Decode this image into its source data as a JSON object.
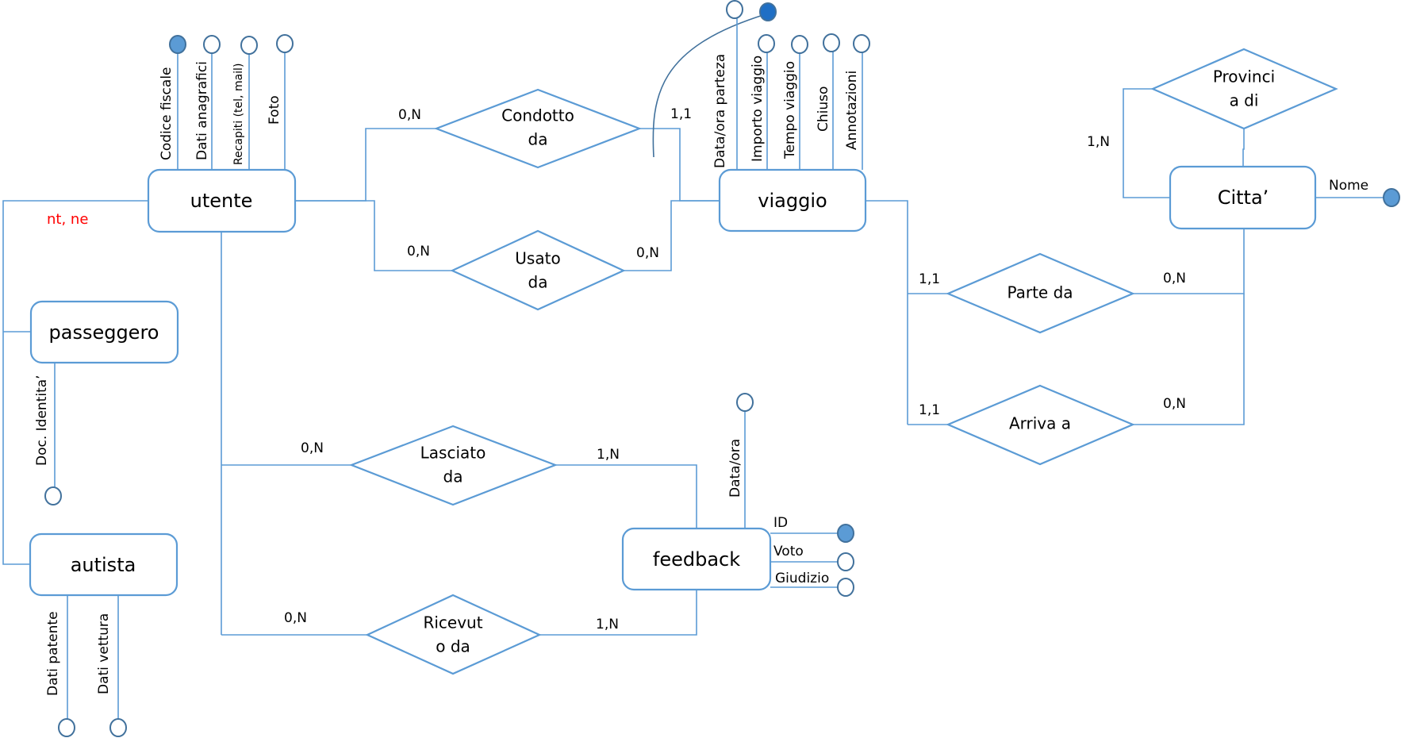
{
  "diagram": {
    "type": "Entity-Relationship diagram",
    "entities": {
      "utente": "utente",
      "viaggio": "viaggio",
      "citta": "Citta’",
      "passeggero": "passeggero",
      "autista": "autista",
      "feedback": "feedback"
    },
    "relationships": {
      "condotto_line1": "Condotto",
      "condotto_line2": "da",
      "usato_line1": "Usato",
      "usato_line2": "da",
      "parte": "Parte da",
      "arriva": "Arriva a",
      "provincia_line1": "Provinci",
      "provincia_line2": "a di",
      "lasciato_line1": "Lasciato",
      "lasciato_line2": "da",
      "ricevuto_line1": "Ricevut",
      "ricevuto_line2": "o da"
    },
    "attributes": {
      "utente": [
        "Codice fiscale",
        "Dati anagrafici",
        "Recapiti (tel, mail)",
        "Foto"
      ],
      "viaggio": [
        "Data/ora parteza",
        "Importo viaggio",
        "Tempo viaggio",
        "Chiuso",
        "Annotazioni"
      ],
      "citta": [
        "Nome"
      ],
      "passeggero": [
        "Doc. Identita’"
      ],
      "autista": [
        "Dati patente",
        "Dati vettura"
      ],
      "feedback": [
        "Data/ora",
        "ID",
        "Voto",
        "Giudizio"
      ]
    },
    "cardinalities": {
      "condotto_utente": "0,N",
      "condotto_viaggio": "1,1",
      "usato_utente": "0,N",
      "usato_viaggio": "0,N",
      "parte_viaggio": "1,1",
      "parte_citta": "0,N",
      "arriva_viaggio": "1,1",
      "arriva_citta": "0,N",
      "provincia_citta": "1,N",
      "lasciato_utente": "0,N",
      "lasciato_feedback": "1,N",
      "ricevuto_utente": "0,N",
      "ricevuto_feedback": "1,N"
    },
    "generalization_note": "nt, ne",
    "colors": {
      "line": "#5b9bd5",
      "key_attribute": "#5b9bd5",
      "note": "#ff0000"
    }
  }
}
